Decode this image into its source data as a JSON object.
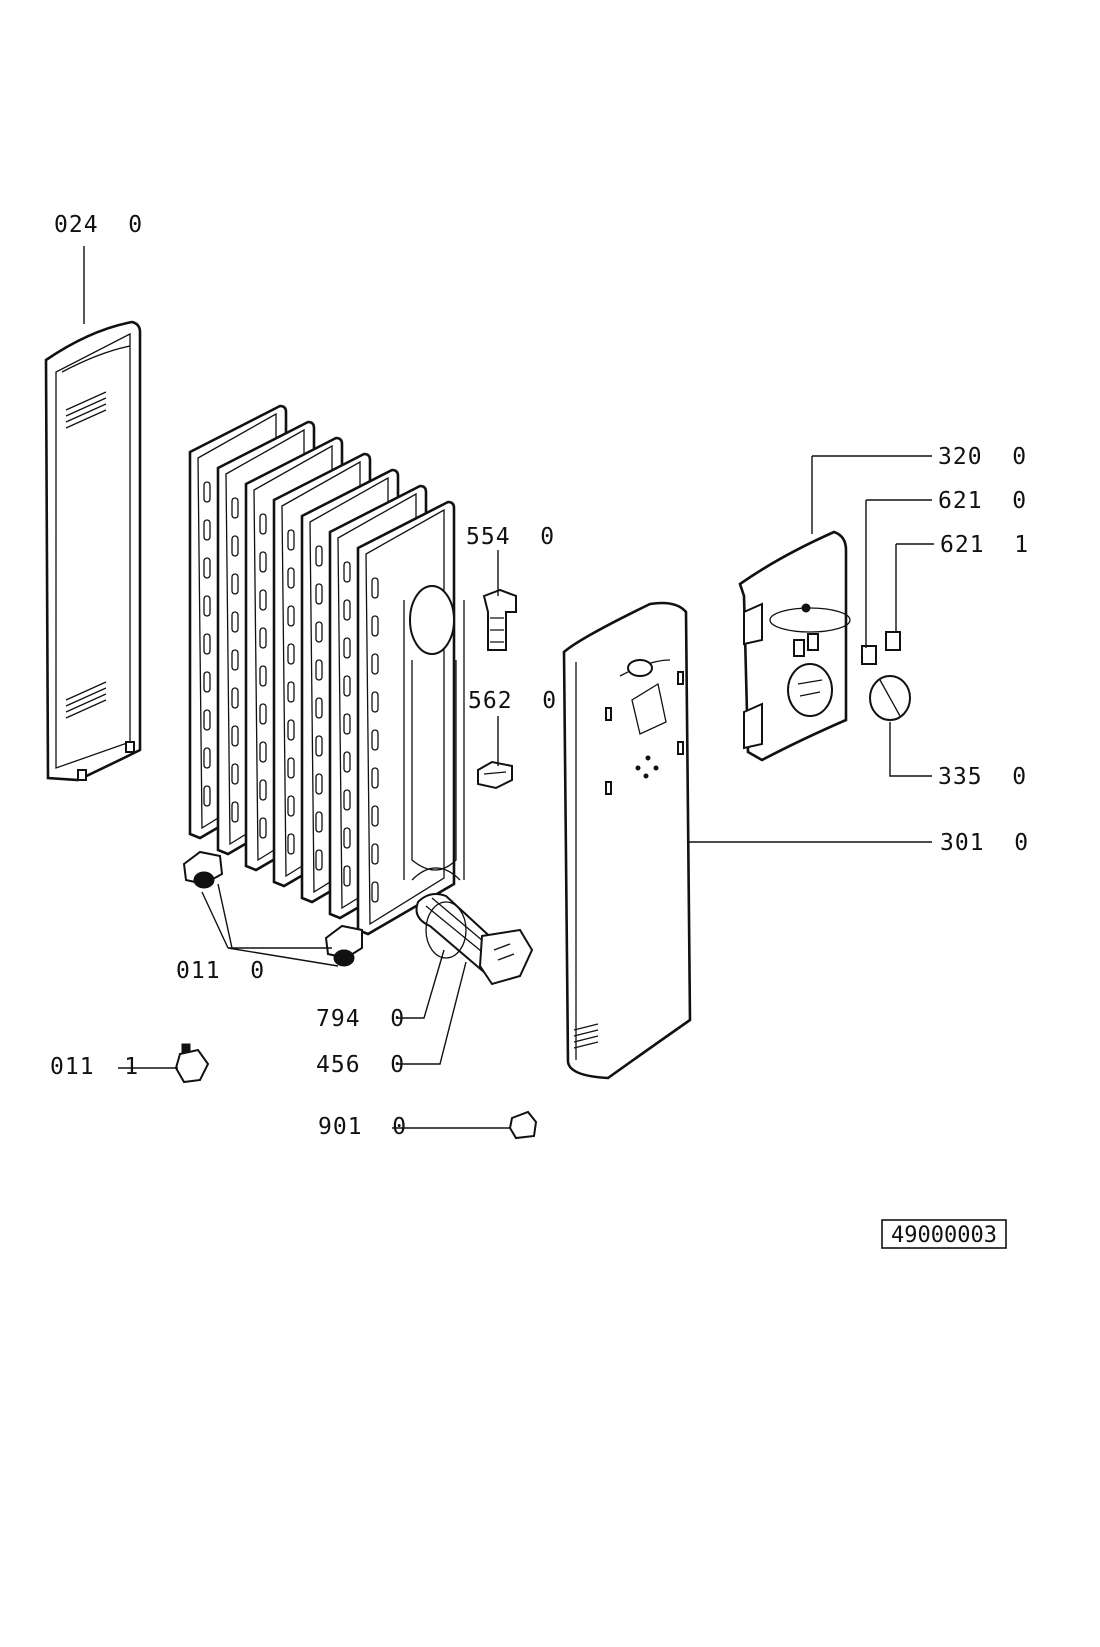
{
  "colors": {
    "ink": "#111111",
    "paper": "#ffffff"
  },
  "parts": [
    {
      "id": "side_panel",
      "label": "024  0"
    },
    {
      "id": "control_panel",
      "label": "320  0"
    },
    {
      "id": "switch_a",
      "label": "621  0"
    },
    {
      "id": "switch_b",
      "label": "621  1"
    },
    {
      "id": "thermostat",
      "label": "554  0"
    },
    {
      "id": "cutout",
      "label": "562  0"
    },
    {
      "id": "knob",
      "label": "335  0"
    },
    {
      "id": "cover",
      "label": "301  0"
    },
    {
      "id": "wheels",
      "label": "011  0"
    },
    {
      "id": "gasket",
      "label": "794  0"
    },
    {
      "id": "heating_element",
      "label": "456  0"
    },
    {
      "id": "wheel_single",
      "label": "011  1"
    },
    {
      "id": "clip",
      "label": "901  0"
    }
  ],
  "drawing_number": "49000003"
}
